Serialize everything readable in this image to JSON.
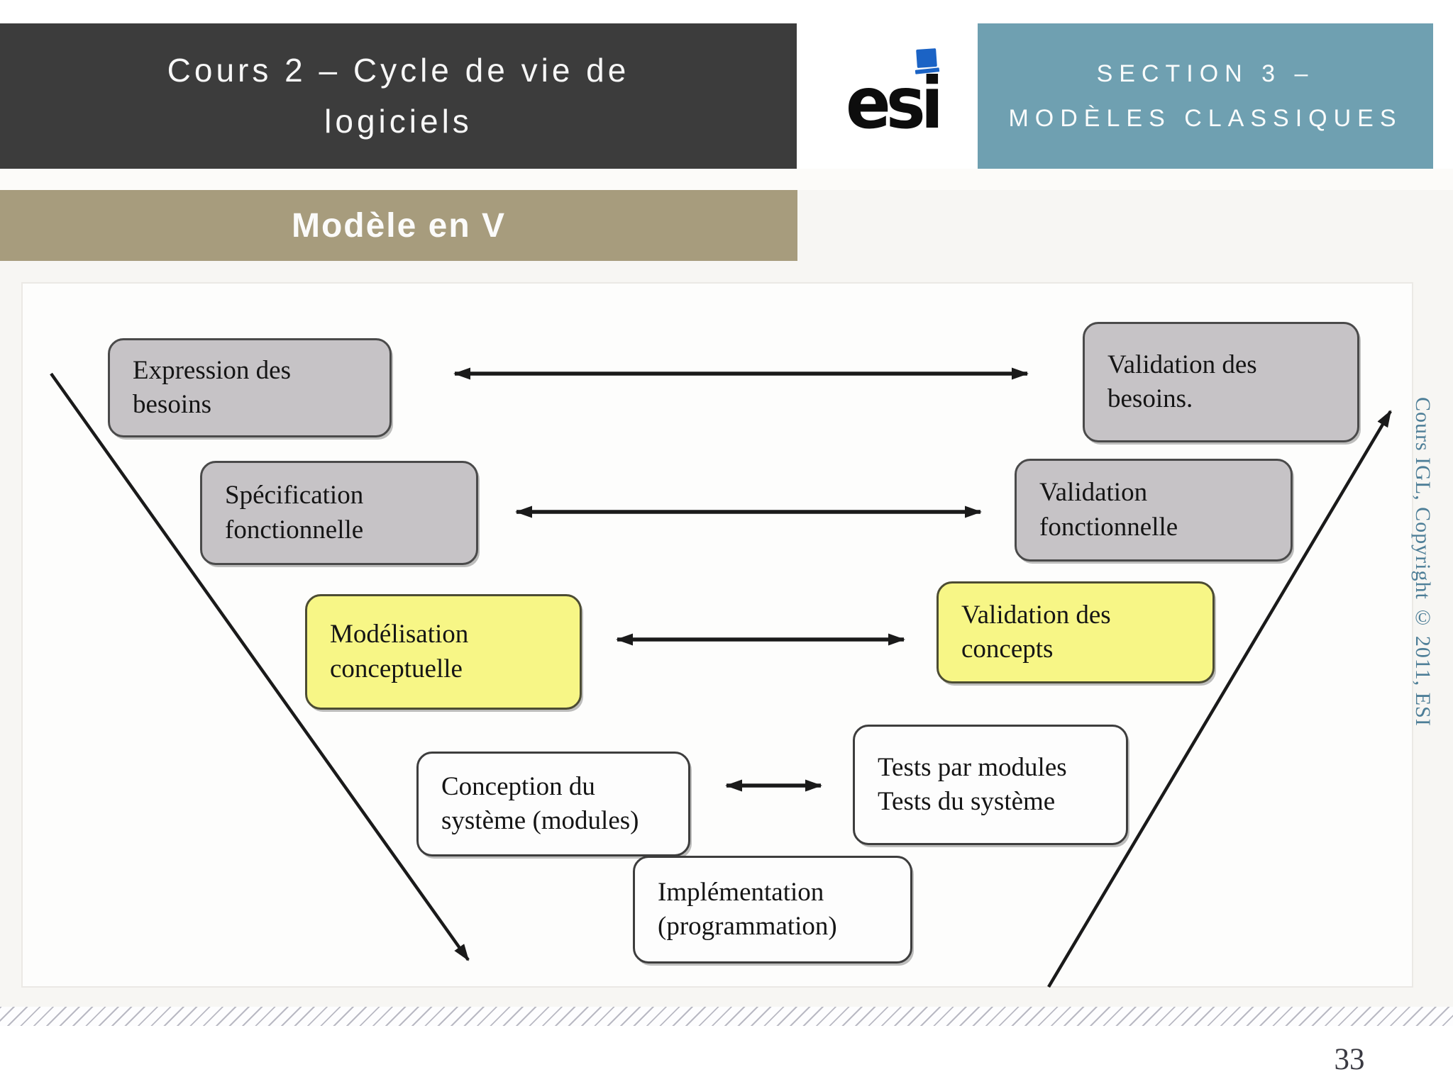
{
  "header": {
    "course_title": [
      "Cours 2 – Cycle de vie de",
      "logiciels"
    ],
    "logo_text": "esi",
    "section_title": [
      "SECTION 3 –",
      "MODÈLES CLASSIQUES"
    ]
  },
  "subtitle": "Modèle en V",
  "diagram": {
    "boxes": [
      {
        "id": "expression-besoins",
        "variant": "gray",
        "lines": [
          "Expression des",
          "besoins"
        ]
      },
      {
        "id": "specification-fonctionnelle",
        "variant": "gray",
        "lines": [
          "Spécification",
          "fonctionnelle"
        ]
      },
      {
        "id": "modelisation-conceptuelle",
        "variant": "yellow",
        "lines": [
          "Modélisation",
          "conceptuelle"
        ]
      },
      {
        "id": "conception-systeme",
        "variant": "white",
        "lines": [
          "Conception du",
          "système (modules)"
        ]
      },
      {
        "id": "implementation",
        "variant": "white",
        "lines": [
          "Implémentation",
          "(programmation)"
        ]
      },
      {
        "id": "validation-besoins",
        "variant": "gray",
        "lines": [
          "Validation des",
          "besoins."
        ]
      },
      {
        "id": "validation-fonctionnelle",
        "variant": "gray",
        "lines": [
          "Validation",
          "fonctionnelle"
        ]
      },
      {
        "id": "validation-concepts",
        "variant": "yellow",
        "lines": [
          "Validation des",
          "concepts"
        ]
      },
      {
        "id": "tests-modules",
        "variant": "white",
        "lines": [
          "Tests par modules",
          "Tests du système"
        ]
      }
    ]
  },
  "footer": {
    "copyright": "Cours IGL, Copyright © 2011, ESI",
    "page_number": "33"
  },
  "colors": {
    "dark_bar": "#3c3c3c",
    "teal_bar": "#6fa0b1",
    "tan_bar": "#a79c7d",
    "logo_blue": "#1b63c5",
    "slide_bg": "#f7f6f3",
    "canvas_bg": "#fdfdfc",
    "box_gray": "#c6c3c6",
    "box_yellow": "#f7f686",
    "box_white": "#fdfdfd",
    "box_border": "#4a4a4a",
    "arrow": "#1a1a1a",
    "copyright_text": "#4d7e97",
    "hatch_stripe": "#b9b9c3",
    "page_number": "#3a3a42"
  }
}
